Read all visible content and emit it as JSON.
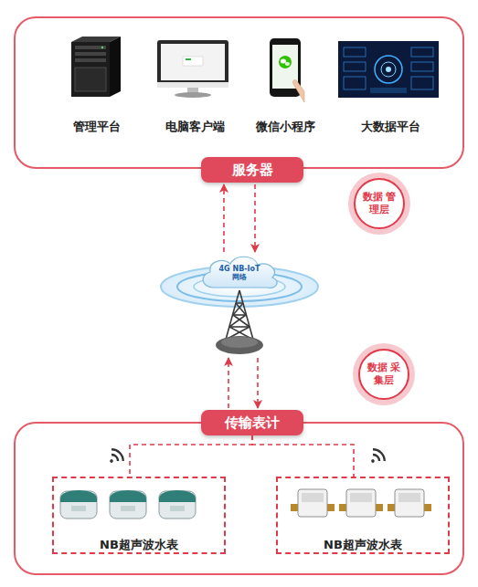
{
  "diagram": {
    "nodes": [
      {
        "text": [
          "服务器"
        ]
      },
      {
        "text": [
          "管理平台"
        ],
        "in": 0
      },
      {
        "text": [
          "电脑客户端"
        ],
        "in": 0
      },
      {
        "text": [
          "微信小程序"
        ],
        "in": 0
      },
      {
        "text": [
          "大数据平台"
        ],
        "in": 0
      },
      {
        "text": [
          "4G NB-IoT网络"
        ]
      },
      {
        "text": [
          "数据 管理层"
        ]
      },
      {
        "text": [
          "数据 采集层"
        ]
      },
      {
        "text": [
          "传输表计"
        ]
      },
      {
        "text": [
          "NB超声波水表"
        ],
        "in": 8
      },
      {
        "text": [
          "NB超声波水表"
        ],
        "in": 8
      }
    ],
    "edges": [
      {
        "from": 5,
        "to": 0,
        "arrow": "to"
      },
      {
        "from": 0,
        "to": 5,
        "arrow": "to"
      },
      {
        "from": 8,
        "to": 5,
        "arrow": "to"
      },
      {
        "from": 5,
        "to": 8,
        "arrow": "to"
      },
      {
        "from": 8,
        "to": 9,
        "arrow": "none"
      },
      {
        "from": 8,
        "to": 10,
        "arrow": "none"
      }
    ]
  }
}
